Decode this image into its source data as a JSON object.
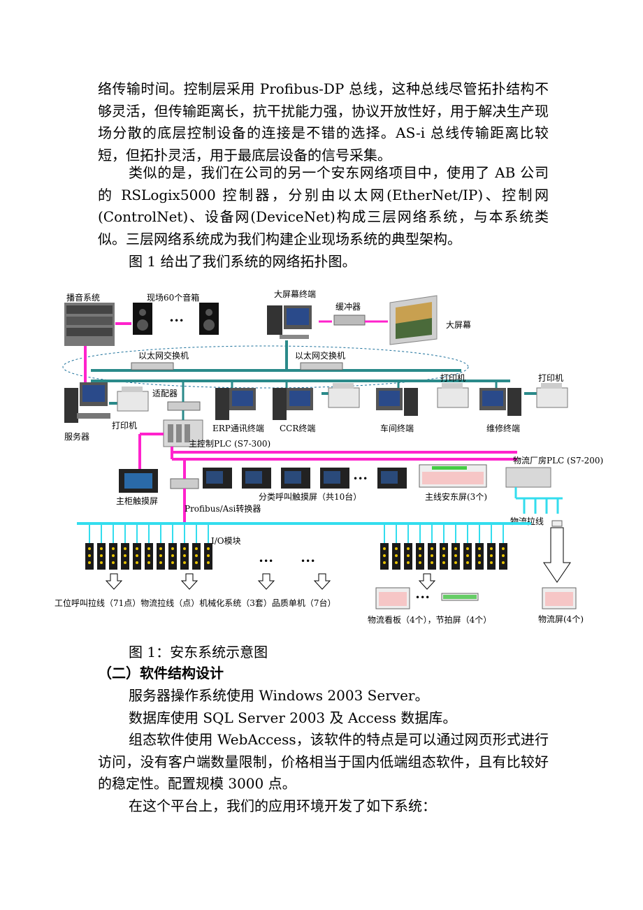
{
  "paragraphs_top": [
    "络传输时间。控制层采用 Profibus-DP 总线，这种总线尽管拓扑结构不够灵活，但传输距离长，抗干扰能力强，协议开放性好，用于解决生产现场分散的底层控制设备的连接是不错的选择。AS-i 总线传输距离比较短，但拓扑灵活，用于最底层设备的信号采集。",
    "类似的是，我们在公司的另一个安东网络项目中，使用了 AB 公司的 RSLogix5000 控制器，分别由以太网(EtherNet/IP)、控制网(ControlNet)、设备网(DeviceNet)构成三层网络系统，与本系统类似。三层网络系统成为我们构建企业现场系统的典型架构。",
    "图 1 给出了我们系统的网络拓扑图。"
  ],
  "figure": {
    "caption": "图 1：安东系统示意图",
    "labels": {
      "broadcast": "播音系统",
      "speakers": "现场60个音箱",
      "big_terminal": "大屏幕终端",
      "buffer": "缓冲器",
      "big_screen": "大屏幕",
      "switch_left": "以太网交换机",
      "switch_right": "以太网交换机",
      "adapter": "适配器",
      "printer_left": "打印机",
      "server": "服务器",
      "erp": "ERP通讯终端",
      "ccr": "CCR终端",
      "workshop": "车间终端",
      "printer_mid": "打印机",
      "maintenance": "维修终端",
      "printer_right": "打印机",
      "main_plc": "主控制PLC (S7-300)",
      "logistics_plc": "物流厂房PLC (S7-200)",
      "main_touch": "主柜触摸屏",
      "class_call": "分类呼叫触摸屏（共10台）",
      "main_andon": "主线安东屏(3个)",
      "profibus_asi": "Profibus/Asi转换器",
      "logistics_line": "物流拉线",
      "io": "I/O模块",
      "bottom_line": "工位呼叫拉线（71点）物流拉线（点）机械化系统（3套）品质单机（7台）",
      "board": "物流看板（4个），节拍屏（4个）",
      "logistics_screen": "物流屏(4个)"
    }
  },
  "heading": "（二）软件结构设计",
  "paragraphs_bottom": [
    "服务器操作系统使用 Windows 2003 Server。",
    "数据库使用 SQL Server 2003 及 Access 数据库。",
    "组态软件使用 WebAccess，该软件的特点是可以通过网页形式进行访问，没有客户端数量限制，价格相当于国内低端组态软件，且有比较好的稳定性。配置规模 3000 点。",
    "在这个平台上，我们的应用环境开发了如下系统："
  ],
  "colors": {
    "ethernet": "#2a8a8a",
    "magenta": "#ff22cc",
    "cyan": "#33ddee"
  }
}
